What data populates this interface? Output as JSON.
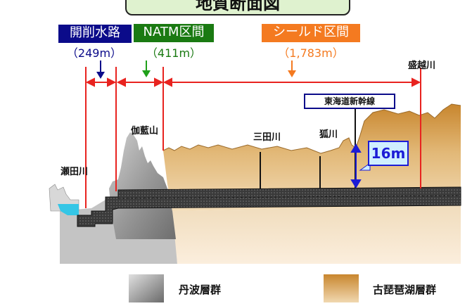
{
  "title": "地質断面図",
  "sections": [
    {
      "name": "開削水路",
      "length": "（249m）",
      "color": "#0b0b8a",
      "text_color": "#0b0b8a"
    },
    {
      "name": "NATM区間",
      "length": "（411m）",
      "color": "#1a7a12",
      "text_color": "#1a7a12"
    },
    {
      "name": "シールド区間",
      "length": "（1,783m）",
      "color": "#f47a20",
      "text_color": "#f47a20"
    }
  ],
  "places": {
    "seta_river": "瀬田川",
    "garanyama": "伽藍山",
    "mitagawa": "三田川",
    "kitsunegawa": "狐川",
    "morikoshigawa": "盛越川",
    "shinkansen": "東海道新幹線"
  },
  "depth_label": "16m",
  "legend": [
    {
      "label": "丹波層群",
      "color": "#808080"
    },
    {
      "label": "古琵琶湖層群",
      "color": "#d3a25c"
    }
  ],
  "colors": {
    "tamba": "#9a9a9a",
    "kobiwako": "#deb46e",
    "arrow_red": "#e8231f",
    "water": "#35c6e6",
    "label_blue": "#1c1cd6"
  }
}
